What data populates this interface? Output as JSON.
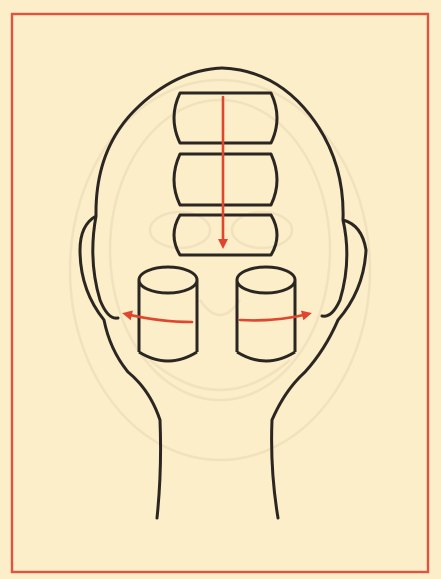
{
  "colors": {
    "paper": "#fbeec8",
    "frame": "#e2533f",
    "ink": "#2b2622",
    "arrow": "#e0452e",
    "ghost": "#f0e0bc"
  },
  "diagram": {
    "subject": "head-back-view",
    "roller_sets": [
      {
        "id": "crown",
        "count": 3,
        "direction": "down"
      },
      {
        "id": "left-side",
        "count": 1,
        "direction": "left"
      },
      {
        "id": "right-side",
        "count": 1,
        "direction": "right"
      }
    ]
  }
}
